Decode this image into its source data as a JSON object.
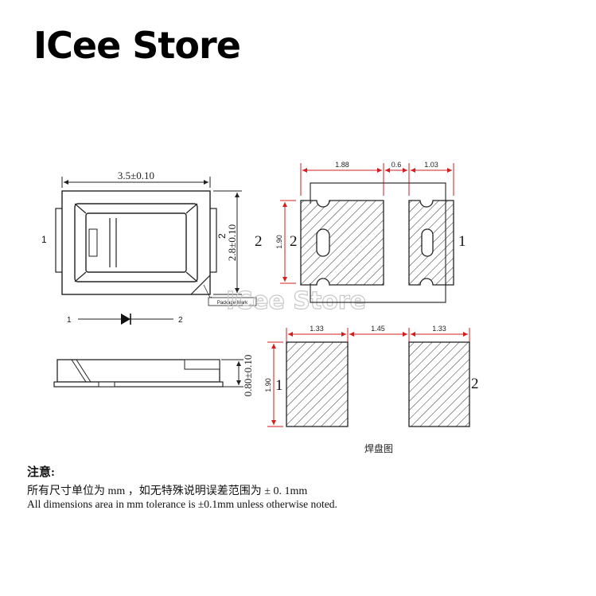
{
  "brand": "ICee Store",
  "watermark": "ICee Store",
  "top_view": {
    "width_dim": "3.5±0.10",
    "height_dim": "2.8±0.10",
    "pin_left": "1",
    "pin_right": "2",
    "package_mark": "Package Mark"
  },
  "diode_symbol": {
    "pin_left": "1",
    "pin_right": "2"
  },
  "side_view": {
    "height_dim": "0.80±0.10"
  },
  "footprint_top": {
    "dim_a": "1.88",
    "dim_b": "0.6",
    "dim_c": "1.03",
    "dim_h": "1.90",
    "pin_left": "2",
    "pin_mid": "2",
    "pin_right": "1"
  },
  "solder_pad": {
    "dim_a": "1.33",
    "dim_b": "1.45",
    "dim_c": "1.33",
    "dim_h": "1.90",
    "pin_left": "1",
    "pin_right": "2",
    "caption": "焊盘图"
  },
  "notes": {
    "title": "注意:",
    "line_cn": "所有尺寸单位为 mm ，如无特殊说明误差范围为 ± 0. 1mm",
    "line_en": "All dimensions area in mm tolerance is ±0.1mm unless otherwise noted."
  },
  "colors": {
    "dimension_red": "#d21e1e",
    "outline": "#222222"
  }
}
